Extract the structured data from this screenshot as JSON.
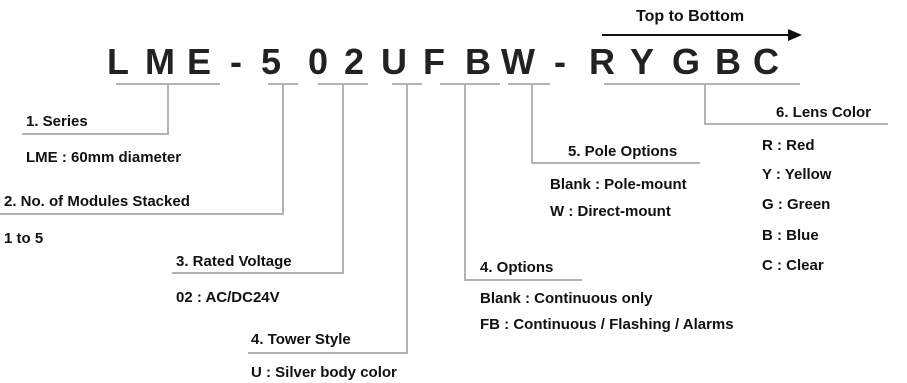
{
  "code": {
    "letters": [
      "L",
      "M",
      "E",
      "-",
      "5",
      "0",
      "2",
      "U",
      "F",
      "B",
      "W",
      "-",
      "R",
      "Y",
      "G",
      "B",
      "C"
    ]
  },
  "direction_label": "Top to Bottom",
  "sections": {
    "series": {
      "title": "1. Series",
      "values": [
        "LME : 60mm diameter"
      ]
    },
    "modules": {
      "title": "2. No. of Modules Stacked",
      "values": [
        "1 to 5"
      ]
    },
    "voltage": {
      "title": "3. Rated Voltage",
      "values": [
        "02 : AC/DC24V"
      ]
    },
    "tower_style": {
      "title": "4. Tower Style",
      "values": [
        "U : Silver body color"
      ]
    },
    "options": {
      "title": "4. Options",
      "values": [
        "Blank : Continuous only",
        "FB : Continuous / Flashing / Alarms"
      ]
    },
    "pole_options": {
      "title": "5. Pole Options",
      "values": [
        "Blank : Pole-mount",
        "W : Direct-mount"
      ]
    },
    "lens_color": {
      "title": "6. Lens Color",
      "values": [
        "R : Red",
        "Y : Yellow",
        "G : Green",
        "B : Blue",
        "C : Clear"
      ]
    }
  },
  "colors": {
    "line": "#b3b3b3",
    "text": "#111111",
    "arrow": "#111111"
  }
}
